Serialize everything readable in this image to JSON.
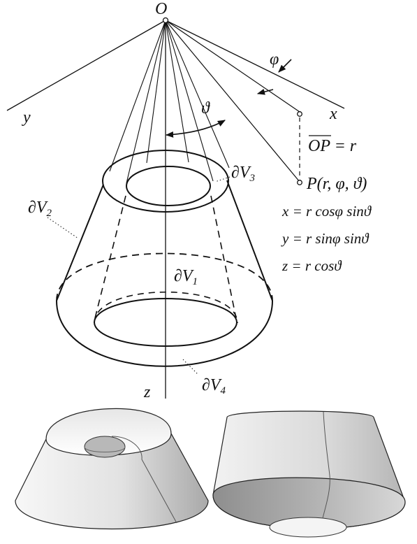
{
  "labels": {
    "origin": "O",
    "x_axis": "x",
    "y_axis": "y",
    "z_axis": "z",
    "phi": "φ",
    "theta": "ϑ",
    "dV1": "∂V",
    "dV1_sub": "1",
    "dV2": "∂V",
    "dV2_sub": "2",
    "dV3": "∂V",
    "dV3_sub": "3",
    "dV4": "∂V",
    "dV4_sub": "4",
    "op_label": "OP",
    "op_eq": " = r",
    "point_P": "P(r, φ, ϑ)"
  },
  "equations": [
    "x = r cosφ sinϑ",
    "y = r sinφ sinϑ",
    "z = r cosϑ"
  ],
  "colors": {
    "line": "#111111",
    "shade_light": "#f4f4f4",
    "shade_dark": "#a8a8a8"
  }
}
